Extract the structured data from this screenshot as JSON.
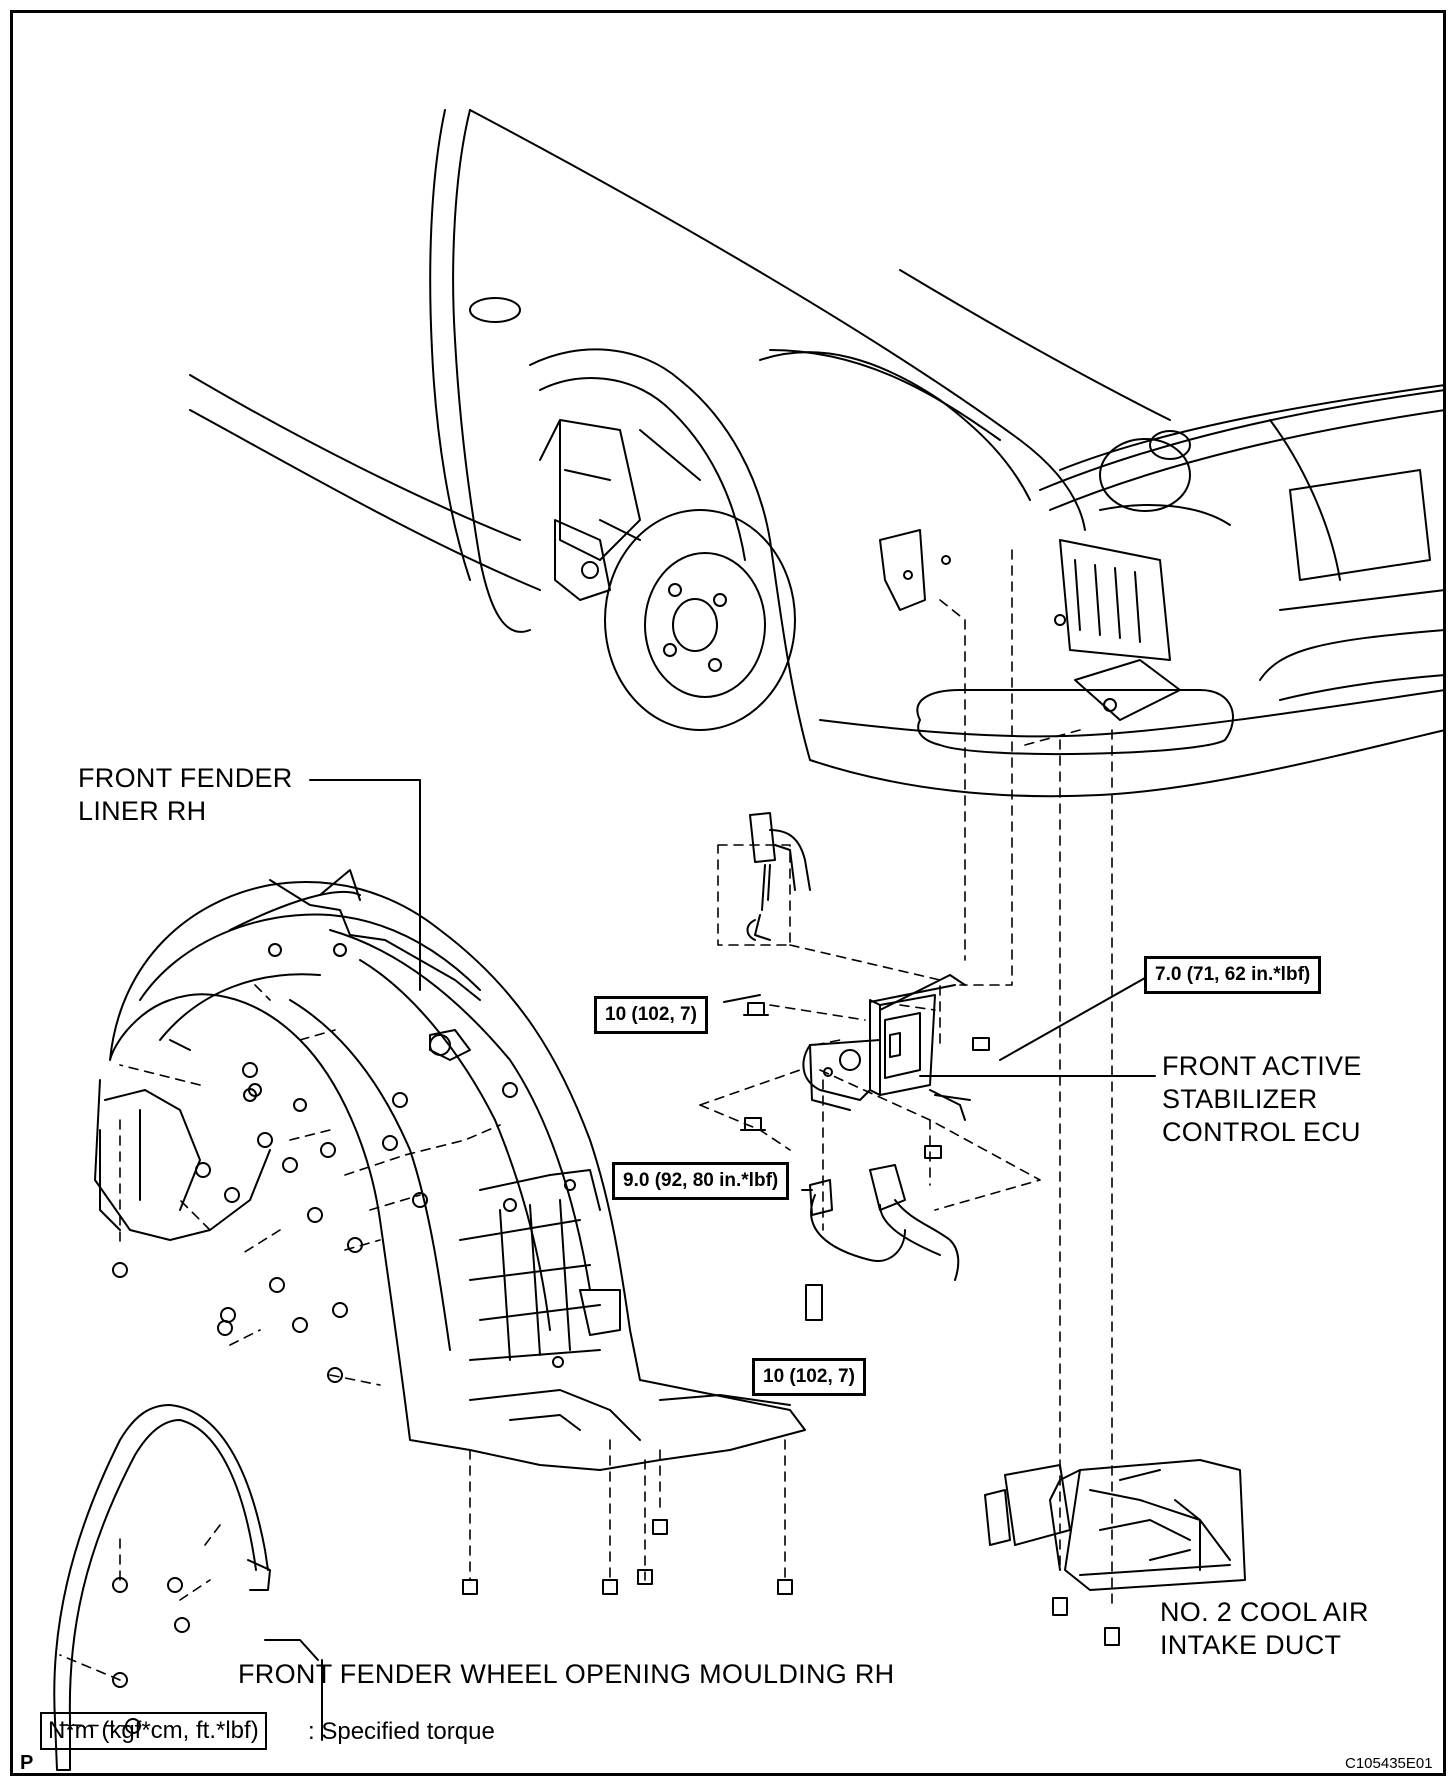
{
  "labels": {
    "fender_liner": [
      "FRONT FENDER",
      "LINER RH"
    ],
    "ecu": [
      "FRONT ACTIVE",
      "STABILIZER",
      "CONTROL ECU"
    ],
    "moulding": "FRONT FENDER WHEEL OPENING MOULDING RH",
    "duct": [
      "NO. 2 COOL AIR",
      "INTAKE DUCT"
    ]
  },
  "torques": {
    "top_bolt": "10 (102, 7)",
    "ecu_nut": "7.0 (71, 62 in.*lbf)",
    "bracket_bolt": "9.0 (92, 80 in.*lbf)",
    "lower_bolt": "10 (102, 7)"
  },
  "legend": {
    "units": "N*m (kgf*cm, ft.*lbf)",
    "meaning": ": Specified torque"
  },
  "corner_letter": "P",
  "figure_code": "C105435E01"
}
